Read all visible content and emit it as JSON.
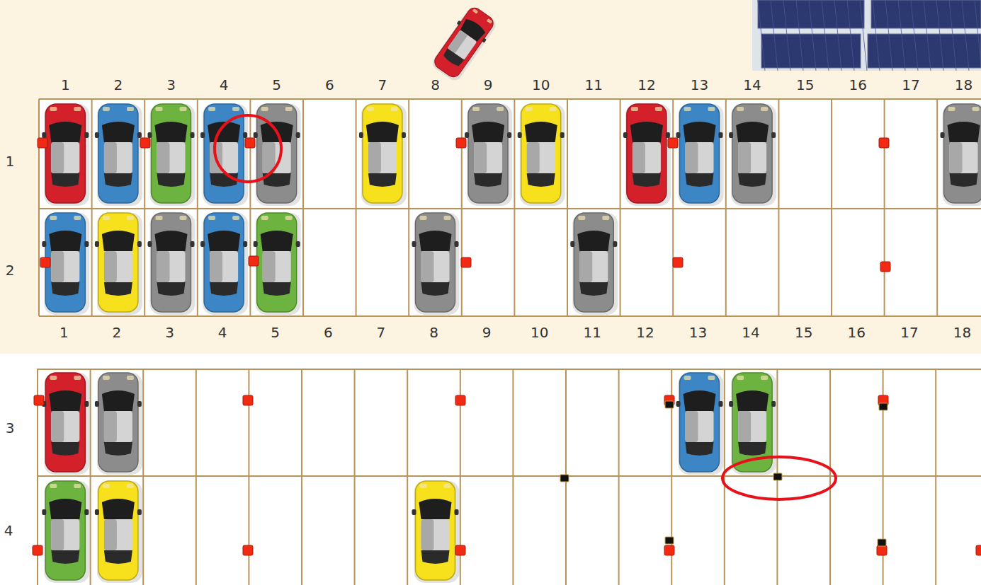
{
  "diagram": {
    "labels": [
      "1",
      "2",
      "3",
      "4",
      "5",
      "6",
      "7",
      "8",
      "9",
      "10",
      "11",
      "12",
      "13",
      "14",
      "15",
      "16",
      "17",
      "18",
      "1",
      "2",
      "1",
      "2",
      "3",
      "4",
      "5",
      "6",
      "7",
      "8",
      "9",
      "10",
      "11",
      "12",
      "13",
      "14",
      "15",
      "16",
      "17",
      "18",
      "3",
      "4"
    ]
  }
}
